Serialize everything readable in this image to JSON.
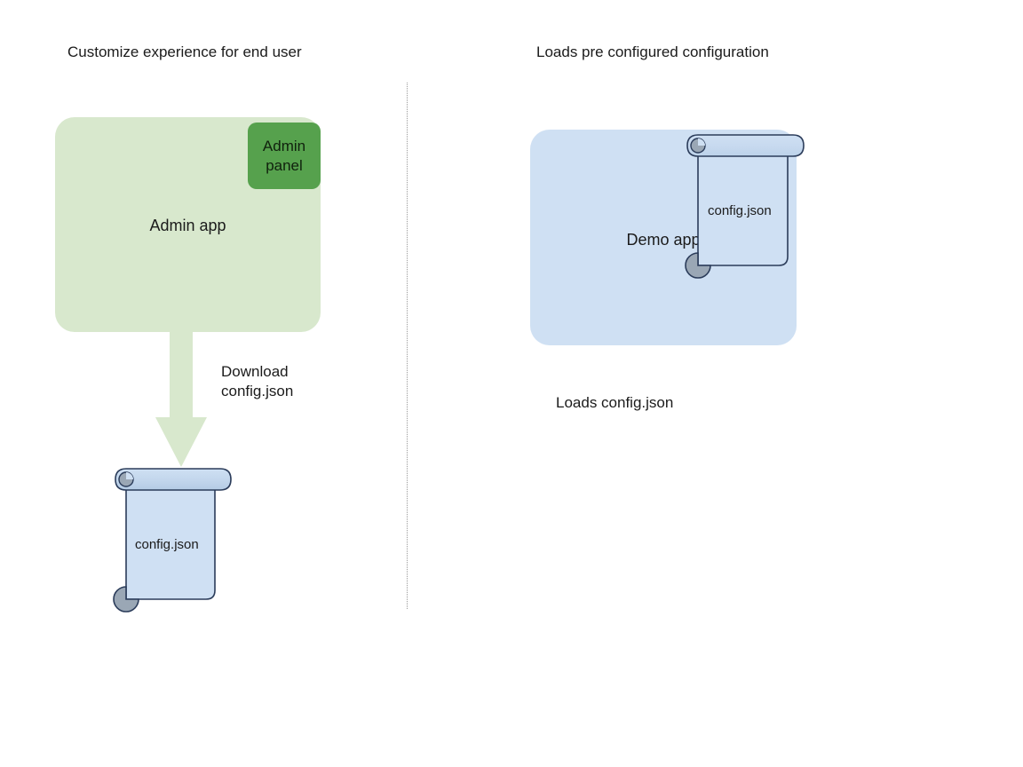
{
  "diagram": {
    "title_left": "Customize experience for end user",
    "title_right": "Loads pre configured configuration",
    "left_column": {
      "app_box": {
        "label": "Admin app",
        "fill": "#d8e8cd"
      },
      "admin_panel": {
        "label": "Admin\npanel",
        "label_line1": "Admin",
        "label_line2": "panel",
        "fill": "#56a14d"
      },
      "arrow": {
        "label_line1": "Download",
        "label_line2": "config.json",
        "direction": "down",
        "fill": "#d8e8cd"
      },
      "document": {
        "label": "config.json",
        "fill": "#cfe0f3",
        "stroke": "#2b3c5a",
        "curl_fill": "#9aa7b5"
      }
    },
    "right_column": {
      "app_box": {
        "label": "Demo app",
        "fill": "#cfe0f3"
      },
      "document": {
        "label": "config.json",
        "fill": "#cfe0f3",
        "stroke": "#2b3c5a",
        "curl_fill": "#9aa7b5"
      },
      "caption": "Loads config.json"
    },
    "divider": {
      "style": "dotted",
      "color": "#9a9a9a"
    },
    "background": "#ffffff"
  }
}
